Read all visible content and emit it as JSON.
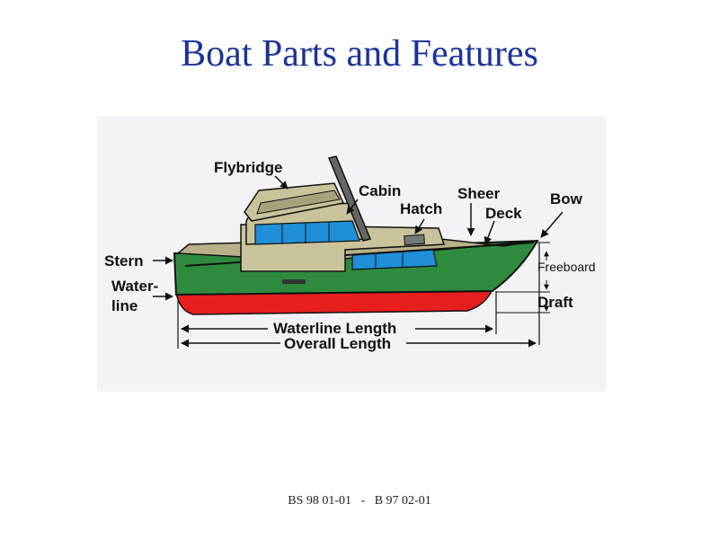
{
  "title": "Boat Parts and Features",
  "footer": "BS 98 01-01   -   B 97 02-01",
  "labels": {
    "flybridge": "Flybridge",
    "cabin": "Cabin",
    "hatch": "Hatch",
    "sheer": "Sheer",
    "deck": "Deck",
    "bow": "Bow",
    "stern": "Stern",
    "waterline_1": "Water-",
    "waterline_2": "line",
    "freeboard": "Freeboard",
    "draft": "Draft",
    "waterline_length": "Waterline Length",
    "overall_length": "Overall Length"
  },
  "colors": {
    "hull": "#2e8b3e",
    "bottom": "#e61e1e",
    "superstructure": "#c8c39a",
    "windows": "#1e8fd8",
    "title": "#1a3399"
  }
}
